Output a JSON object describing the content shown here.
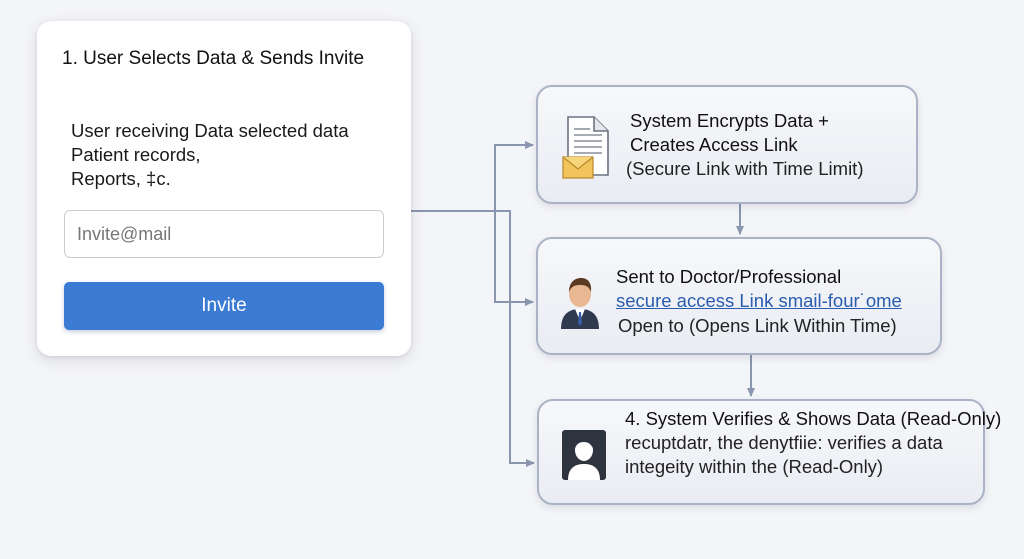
{
  "left_card": {
    "title": "1. User Selects Data & Sends Invite",
    "desc_line1": "User receiving Data selected data",
    "desc_line2": "Patient records,",
    "desc_line3": "Reports, ‡c.",
    "email_placeholder": "Invite@mail",
    "invite_button": "Invite"
  },
  "steps": [
    {
      "title_line1": "System Encrypts Data +",
      "title_line2": "Creates Access Link",
      "subtitle": "(Secure Link with Time Limit)",
      "icon": "document-envelope-icon"
    },
    {
      "title": "Sent to Doctor/Professional",
      "link": "secure access Link smail-four˙ome",
      "subtitle": "Open to (Opens Link Within Time)",
      "icon": "doctor-icon"
    },
    {
      "title": "4. System Verifies & Shows Data (Read-Only)",
      "line2": "recuptdatr, the denytfiie: verifies a data",
      "line3": "integeity within the (Read-Only)",
      "icon": "user-avatar-icon"
    }
  ],
  "colors": {
    "accent": "#3b7bd4",
    "connector": "#8a96ad",
    "box_border": "#aab3c5"
  }
}
